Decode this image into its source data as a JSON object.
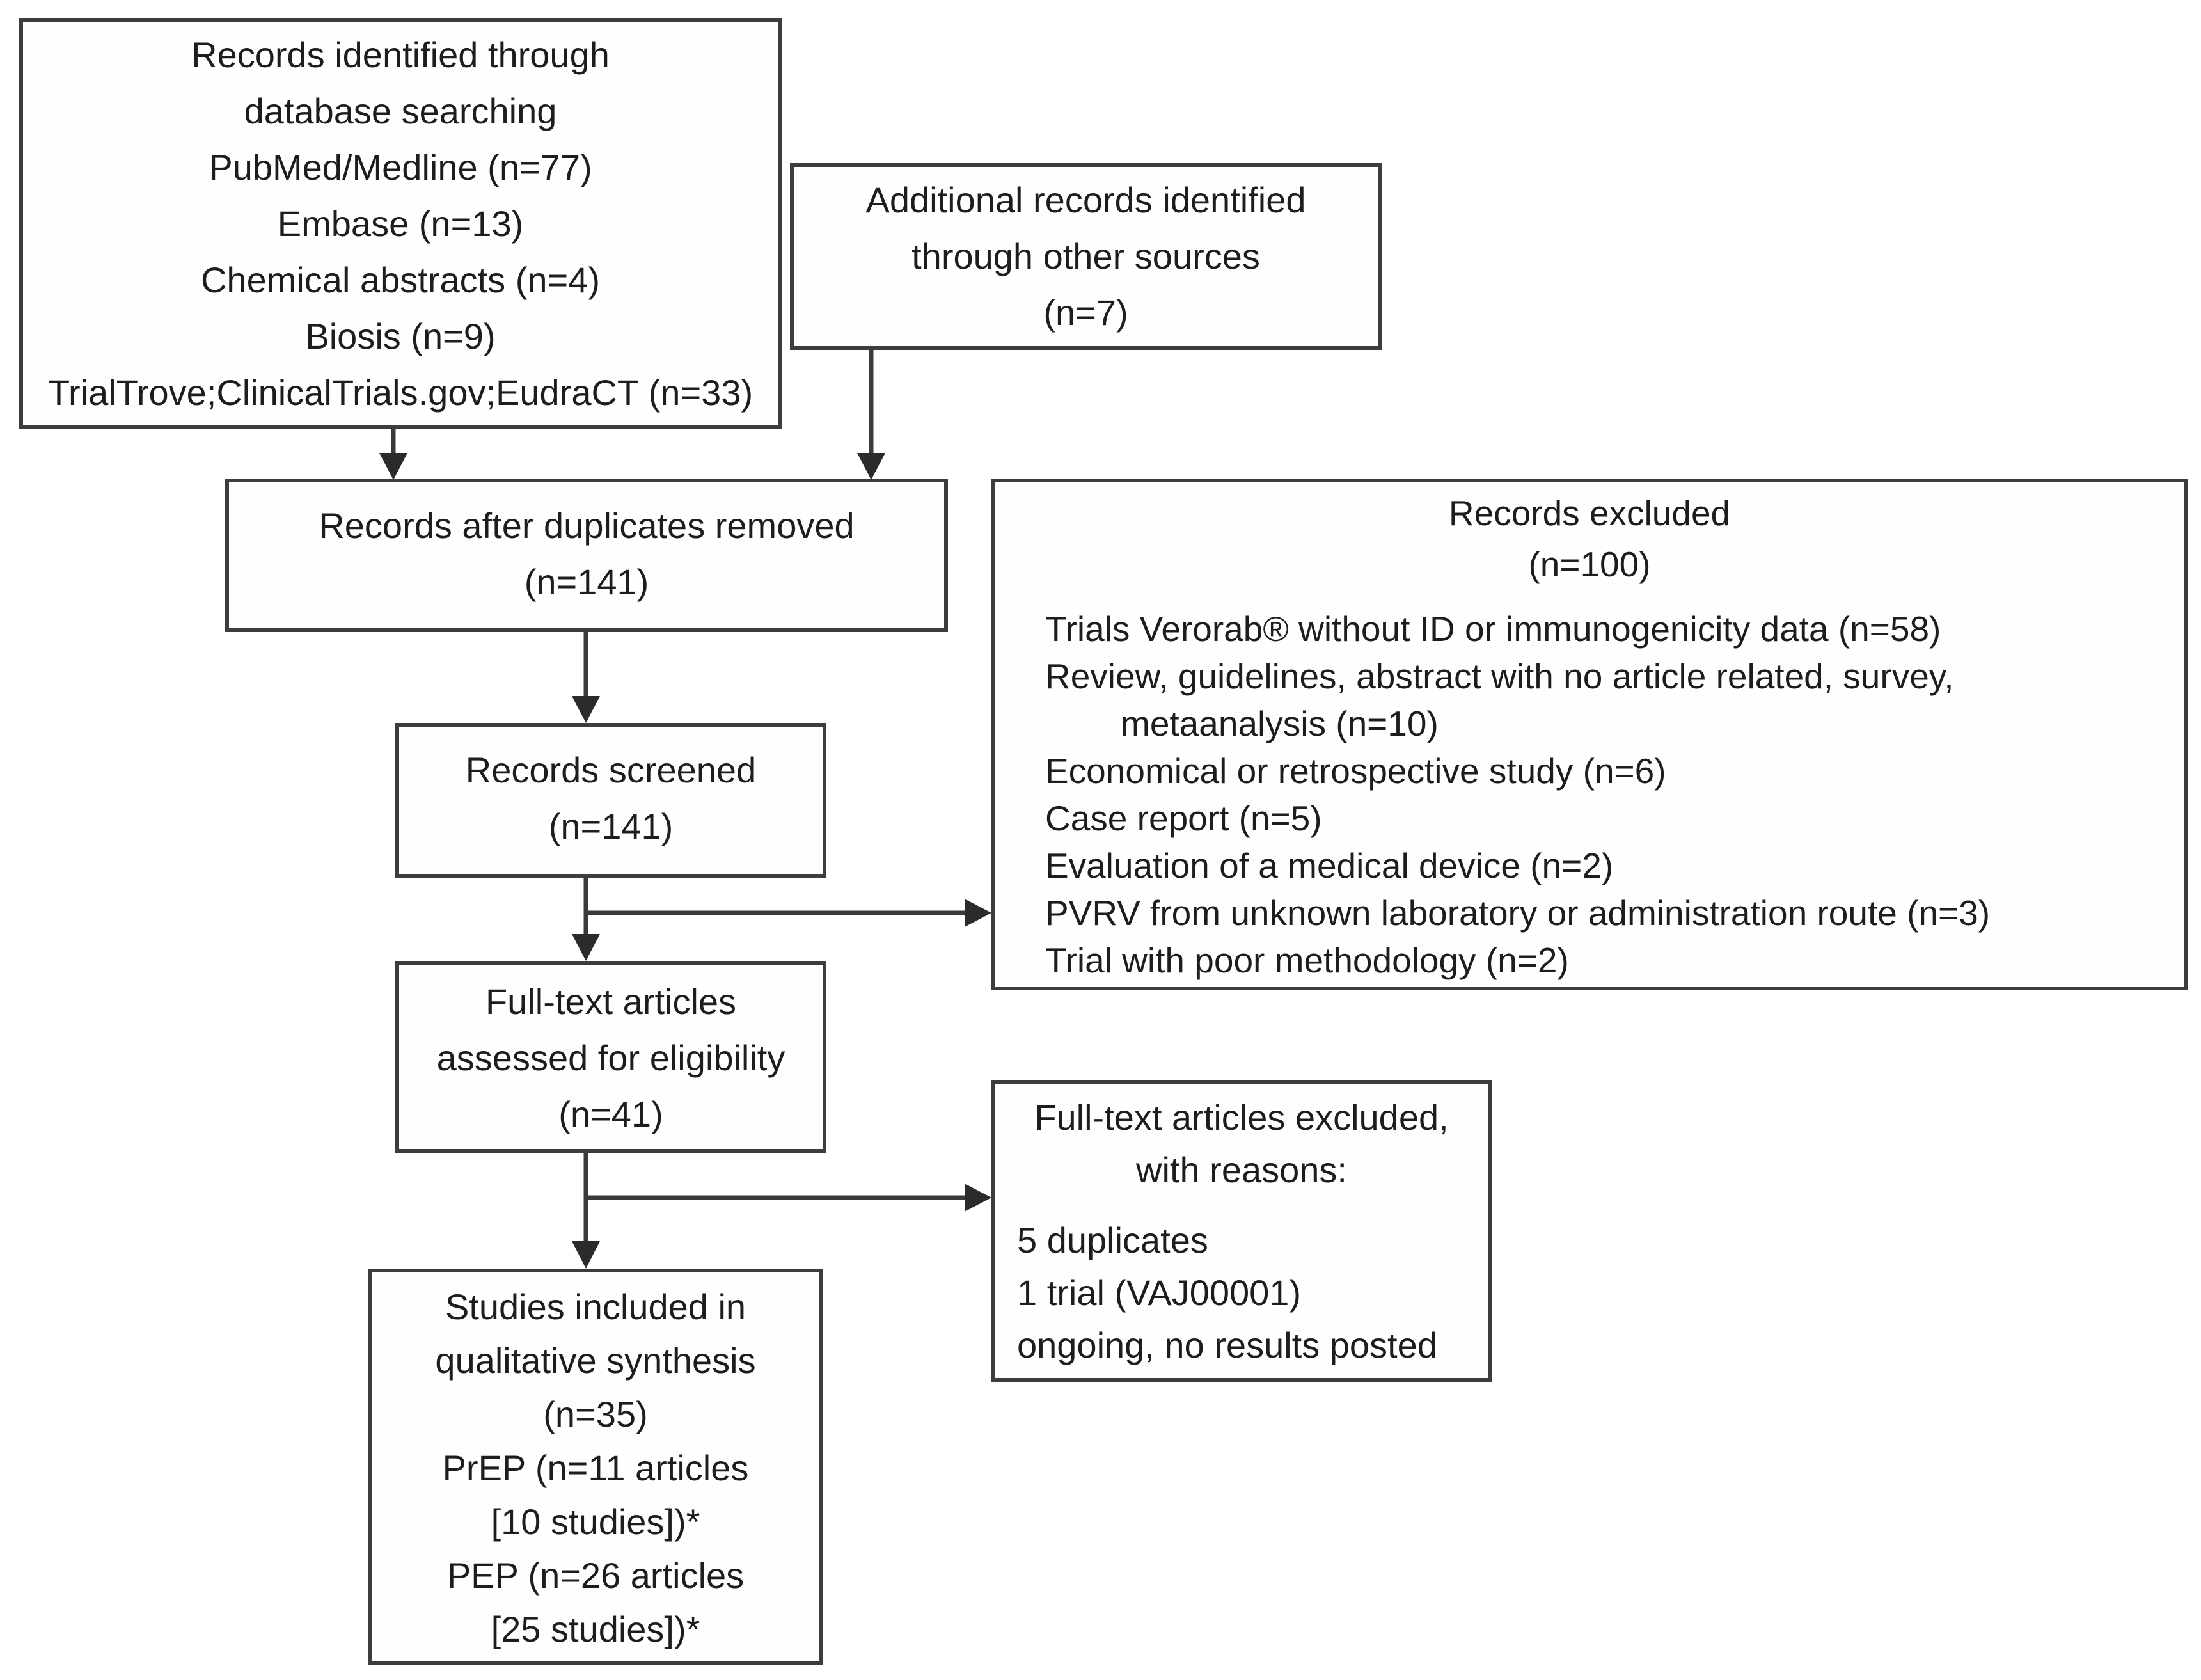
{
  "figure": {
    "kind": "PRISMA flow diagram",
    "colors": {
      "background": "#ffffff",
      "text": "#1d1d1d",
      "box_border": "#3d3d3d",
      "arrow": "#2b2b2b"
    }
  },
  "boxes": {
    "identified": {
      "lines": [
        "Records identified through",
        "database searching",
        "PubMed/Medline (n=77)",
        "Embase (n=13)",
        "Chemical abstracts (n=4)",
        "Biosis (n=9)",
        "TrialTrove;ClinicalTrials.gov;EudraCT (n=33)"
      ]
    },
    "additional": {
      "lines": [
        "Additional records identified",
        "through other sources",
        "(n=7)"
      ]
    },
    "duplicates": {
      "lines": [
        "Records after duplicates removed",
        "(n=141)"
      ]
    },
    "excluded": {
      "heading": [
        "Records excluded",
        "(n=100)"
      ],
      "items": [
        "Trials Verorab® without ID or immunogenicity data (n=58)",
        "Review, guidelines, abstract with no article related, survey,",
        "metaanalysis (n=10)",
        "Economical or retrospective study (n=6)",
        "Case report (n=5)",
        "Evaluation of a medical device (n=2)",
        "PVRV from unknown laboratory or administration route (n=3)",
        "Trial with poor methodology (n=2)"
      ]
    },
    "screened": {
      "lines": [
        "Records screened",
        "(n=141)"
      ]
    },
    "fulltext": {
      "lines": [
        "Full-text articles",
        "assessed for eligibility",
        "(n=41)"
      ]
    },
    "ft_excluded": {
      "heading": [
        "Full-text articles excluded,",
        "with reasons:"
      ],
      "items": [
        "5 duplicates",
        "1 trial (VAJ00001)",
        "ongoing, no results posted"
      ]
    },
    "included": {
      "lines": [
        "Studies included in",
        "qualitative synthesis",
        "(n=35)",
        "PrEP (n=11 articles",
        "[10 studies])*",
        "PEP (n=26 articles",
        "[25 studies])*"
      ]
    }
  }
}
